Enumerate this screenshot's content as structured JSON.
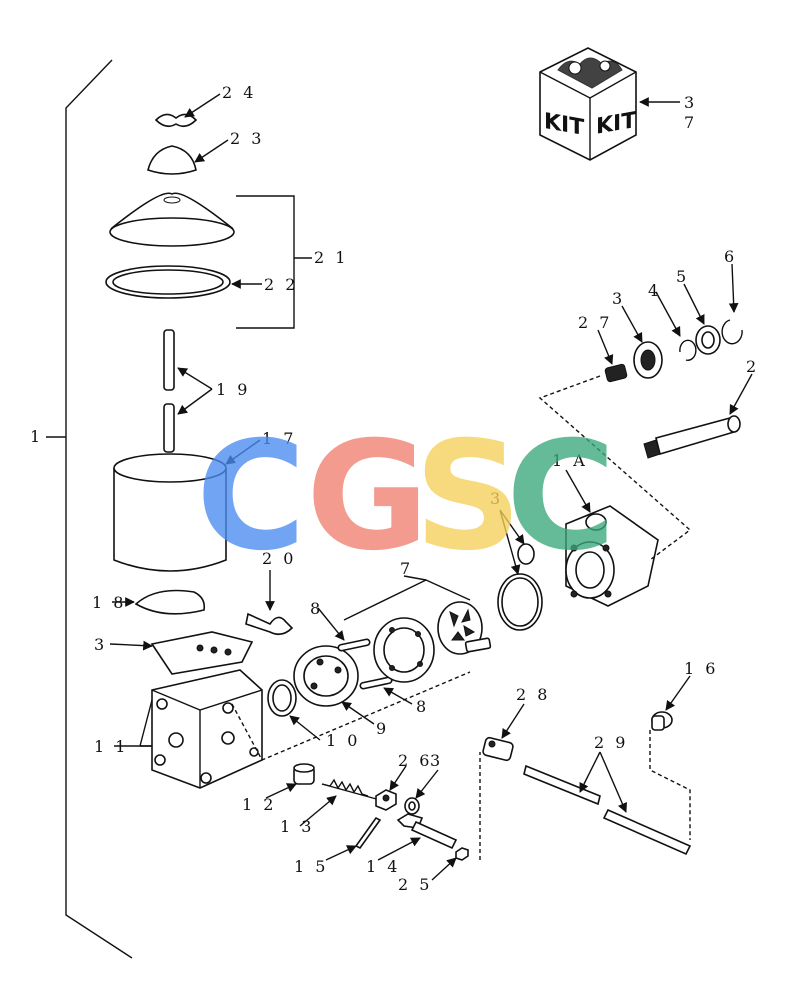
{
  "kit": {
    "left": "KIT",
    "right": "KIT"
  },
  "watermark": [
    {
      "letter": "C",
      "color": "#4a8cf0"
    },
    {
      "letter": "G",
      "color": "#f08070"
    },
    {
      "letter": "S",
      "color": "#f5d05a"
    },
    {
      "letter": "C",
      "color": "#3aa87a"
    }
  ],
  "callouts": {
    "c1": "1",
    "c1A": "1 A",
    "c2": "2",
    "c3_ring": "3",
    "c3_seal": "3",
    "c3_plate": "3",
    "c3_washer": "3",
    "c4": "4",
    "c5": "5",
    "c6": "6",
    "c7": "7",
    "c8_top": "8",
    "c8_bottom": "8",
    "c9": "9",
    "c10": "1 0",
    "c11": "1 1",
    "c12": "1 2",
    "c13": "1 3",
    "c14": "1 4",
    "c15": "1 5",
    "c16": "1 6",
    "c17": "1 7",
    "c18": "1 8",
    "c19": "1 9",
    "c20": "2 0",
    "c21": "2 1",
    "c22": "2 2",
    "c23": "2 3",
    "c24": "2 4",
    "c25": "2 5",
    "c26": "2 6",
    "c27": "2 7",
    "c28": "2 8",
    "c29": "2 9",
    "c37a": "3",
    "c37b": "7"
  }
}
